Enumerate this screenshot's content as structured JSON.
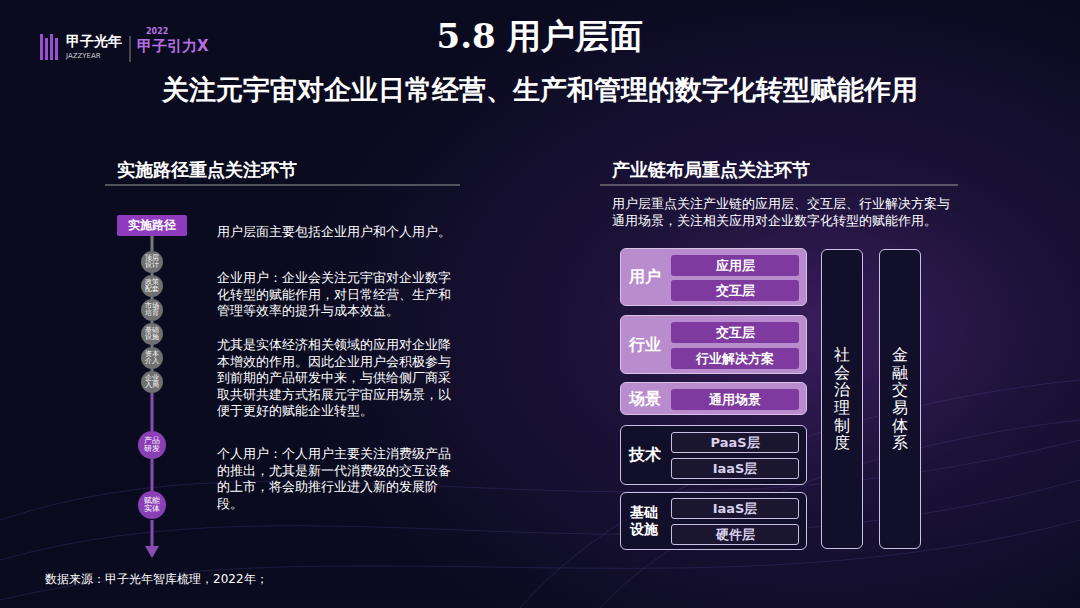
{
  "diagram": {
    "title": "5.8 用户层面",
    "nodes": [
      {
        "text": [
          "实施路径"
        ]
      },
      {
        "text": [
          "顶层 设计"
        ]
      },
      {
        "text": [
          "政策 配套"
        ]
      },
      {
        "text": [
          "市场 培育"
        ]
      },
      {
        "text": [
          "基础 设施"
        ]
      },
      {
        "text": [
          "资本 介入"
        ]
      },
      {
        "text": [
          "企业 入局"
        ]
      },
      {
        "text": [
          "产品 研发"
        ]
      },
      {
        "text": [
          "赋能 实体"
        ]
      },
      {
        "text": [
          "用户"
        ]
      },
      {
        "text": [
          "应用层"
        ],
        "in": 9
      },
      {
        "text": [
          "交互层"
        ],
        "in": 9
      },
      {
        "text": [
          "行业"
        ]
      },
      {
        "text": [
          "交互层"
        ],
        "in": 12
      },
      {
        "text": [
          "行业解决方案"
        ],
        "in": 12
      },
      {
        "text": [
          "场景"
        ]
      },
      {
        "text": [
          "通用场景"
        ],
        "in": 15
      },
      {
        "text": [
          "技术"
        ]
      },
      {
        "text": [
          "PaaS层"
        ],
        "in": 17
      },
      {
        "text": [
          "IaaS层"
        ],
        "in": 17
      },
      {
        "text": [
          "基础 设施"
        ]
      },
      {
        "text": [
          "IaaS层"
        ],
        "in": 20
      },
      {
        "text": [
          "硬件层"
        ],
        "in": 20
      },
      {
        "text": [
          "社会治理制度"
        ]
      },
      {
        "text": [
          "金融交易体系"
        ]
      }
    ],
    "edges": [
      {
        "from": 0,
        "to": 1,
        "arrow": "none"
      },
      {
        "from": 1,
        "to": 2,
        "arrow": "none"
      },
      {
        "from": 2,
        "to": 3,
        "arrow": "none"
      },
      {
        "from": 3,
        "to": 4,
        "arrow": "none"
      },
      {
        "from": 4,
        "to": 5,
        "arrow": "none"
      },
      {
        "from": 5,
        "to": 6,
        "arrow": "none"
      },
      {
        "from": 6,
        "to": 7,
        "arrow": "none"
      },
      {
        "from": 7,
        "to": 8,
        "arrow": "none"
      }
    ],
    "labels": [
      "甲子光年",
      "JAZZYEAR",
      "2022",
      "甲子引力X",
      "实施路径重点关注环节",
      "用户层面主要包括企业用户和个人用户。",
      "企业用户：企业会关注元宇宙对企业数字化转型的赋能作用，对日常经营、生产和管理等效率的提升与成本效益。",
      "尤其是实体经济相关领域的应用对企业降本增效的作用。因此企业用户会积极参与到前期的产品研发中来，与供给侧厂商采取共研共建方式拓展元宇宙应用场景，以便于更好的赋能企业转型。",
      "个人用户：个人用户主要关注消费级产品的推出，尤其是新一代消费级的交互设备的上市，将会助推行业进入新的发展阶段。",
      "产业链布局重点关注环节",
      "用户层重点关注产业链的应用层、交互层、行业解决方案与通用场景，关注相关应用对企业数字化转型的赋能作用。",
      "关注元宇宙对企业日常经营、生产和管理的数字化转型赋能作用",
      "数据来源：甲子光年智库梳理，2022年；"
    ]
  }
}
